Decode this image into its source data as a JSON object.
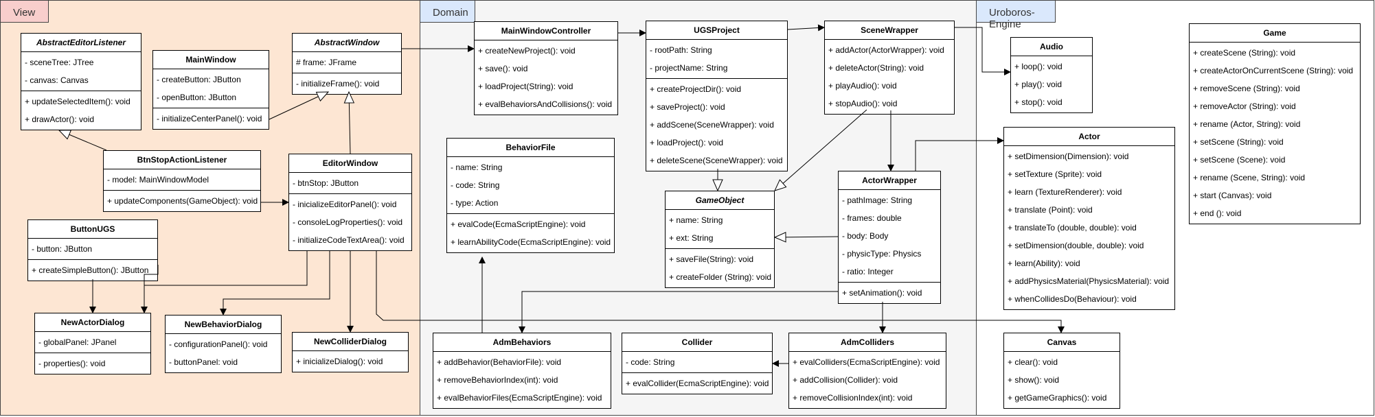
{
  "packages": [
    {
      "id": "view",
      "label": "View"
    },
    {
      "id": "domain",
      "label": "Domain"
    },
    {
      "id": "engine",
      "label": "Uroboros-Engine"
    }
  ],
  "classes": [
    {
      "id": "abstract-editor-listener",
      "name": "AbstractEditorListener",
      "italic": true,
      "sections": [
        [
          "- sceneTree: JTree",
          "- canvas: Canvas"
        ],
        [
          "+ updateSelectedItem(): void",
          "+ drawActor(): void"
        ]
      ]
    },
    {
      "id": "main-window",
      "name": "MainWindow",
      "italic": false,
      "sections": [
        [
          "- createButton: JButton",
          "- openButton: JButton"
        ],
        [
          "- initializeCenterPanel(): void"
        ]
      ]
    },
    {
      "id": "abstract-window",
      "name": "AbstractWindow",
      "italic": true,
      "sections": [
        [
          "# frame: JFrame"
        ],
        [
          "- initializeFrame(): void"
        ]
      ]
    },
    {
      "id": "btn-stop-action-listener",
      "name": "BtnStopActionListener",
      "italic": false,
      "sections": [
        [
          "- model: MainWindowModel"
        ],
        [
          "+ updateComponents(GameObject): void"
        ]
      ]
    },
    {
      "id": "editor-window",
      "name": "EditorWindow",
      "italic": false,
      "sections": [
        [
          "- btnStop: JButton"
        ],
        [
          "- inicializeEditorPanel(): void",
          "- consoleLogProperties(): void",
          "- initializeCodeTextArea(): void"
        ]
      ]
    },
    {
      "id": "button-ugs",
      "name": "ButtonUGS",
      "italic": false,
      "sections": [
        [
          "- button: JButton"
        ],
        [
          "+ createSimpleButton(): JButton"
        ]
      ]
    },
    {
      "id": "new-actor-dialog",
      "name": "NewActorDialog",
      "italic": false,
      "sections": [
        [
          "- globalPanel: JPanel"
        ],
        [
          "- properties(): void"
        ]
      ]
    },
    {
      "id": "new-behavior-dialog",
      "name": "NewBehaviorDialog",
      "italic": false,
      "sections": [
        [
          "- configurationPanel(): void",
          "- buttonPanel: void"
        ]
      ]
    },
    {
      "id": "new-collider-dialog",
      "name": "NewColliderDialog",
      "italic": false,
      "sections": [
        [
          "+ inicializeDialog(): void"
        ]
      ]
    },
    {
      "id": "main-window-controller",
      "name": "MainWindowController",
      "italic": false,
      "sections": [
        [
          "+ createNewProject(): void",
          "+ save(): void",
          "+ loadProject(String): void",
          "+ evalBehaviorsAndCollisions(): void"
        ]
      ]
    },
    {
      "id": "ugs-project",
      "name": "UGSProject",
      "italic": false,
      "sections": [
        [
          "- rootPath: String",
          "- projectName: String"
        ],
        [
          "+ createProjectDir(): void",
          "+ saveProject(): void",
          "+ addScene(SceneWrapper): void",
          "+ loadProject(): void",
          "+ deleteScene(SceneWrapper): void"
        ]
      ]
    },
    {
      "id": "scene-wrapper",
      "name": "SceneWrapper",
      "italic": false,
      "sections": [
        [
          "+ addActor(ActorWrapper): void",
          "+ deleteActor(String): void",
          "+ playAudio(): void",
          "+ stopAudio(): void"
        ]
      ]
    },
    {
      "id": "behavior-file",
      "name": "BehaviorFile",
      "italic": false,
      "sections": [
        [
          "- name: String",
          "- code: String",
          "- type: Action"
        ],
        [
          "+ evalCode(EcmaScriptEngine): void",
          "+ learnAbilityCode(EcmaScriptEngine): void"
        ]
      ]
    },
    {
      "id": "game-object",
      "name": "GameObject",
      "italic": true,
      "sections": [
        [
          "+ name: String",
          "+ ext: String"
        ],
        [
          "+ saveFile(String): void",
          "+ createFolder (String): void"
        ]
      ]
    },
    {
      "id": "actor-wrapper",
      "name": "ActorWrapper",
      "italic": false,
      "sections": [
        [
          "- pathImage: String",
          "- frames: double",
          "- body: Body",
          "- physicType: Physics",
          "- ratio: Integer"
        ],
        [
          "+ setAnimation(): void"
        ]
      ]
    },
    {
      "id": "adm-behaviors",
      "name": "AdmBehaviors",
      "italic": false,
      "sections": [
        [
          "+ addBehavior(BehaviorFile): void",
          "+ removeBehaviorIndex(int): void",
          "+ evalBehaviorFiles(EcmaScriptEngine): void"
        ]
      ]
    },
    {
      "id": "collider",
      "name": "Collider",
      "italic": false,
      "sections": [
        [
          "- code: String"
        ],
        [
          "+ evalCollider(EcmaScriptEngine): void"
        ]
      ]
    },
    {
      "id": "adm-colliders",
      "name": "AdmColliders",
      "italic": false,
      "sections": [
        [
          "+ evalColliders(EcmaScriptEngine): void",
          "+ addCollision(Collider): void",
          "+ removeCollisionIndex(int): void"
        ]
      ]
    },
    {
      "id": "audio",
      "name": "Audio",
      "italic": false,
      "sections": [
        [
          "+ loop(): void",
          "+ play(): void",
          "+ stop(): void"
        ]
      ]
    },
    {
      "id": "actor",
      "name": "Actor",
      "italic": false,
      "sections": [
        [
          "+ setDimension(Dimension): void",
          "+ setTexture (Sprite): void",
          "+ learn (TextureRenderer): void",
          "+ translate (Point): void",
          "+ translateTo (double, double): void",
          "+ setDimension(double, double): void",
          "+ learn(Ability): void",
          "+ addPhysicsMaterial(PhysicsMaterial): void",
          "+ whenCollidesDo(Behaviour): void"
        ]
      ]
    },
    {
      "id": "canvas",
      "name": "Canvas",
      "italic": false,
      "sections": [
        [
          "+ clear(): void",
          "+ show(): void",
          "+ getGameGraphics(): void"
        ]
      ]
    },
    {
      "id": "game",
      "name": "Game",
      "italic": false,
      "sections": [
        [
          "+ createScene (String): void",
          "+ createActorOnCurrentScene (String): void",
          "+ removeScene (String): void",
          "+ removeActor (String): void",
          "+ rename (Actor, String): void",
          "+ setScene (String): void",
          "+ setScene (Scene): void",
          "+ rename (Scene, String): void",
          "+ start (Canvas): void",
          "+ end (): void"
        ]
      ]
    }
  ]
}
